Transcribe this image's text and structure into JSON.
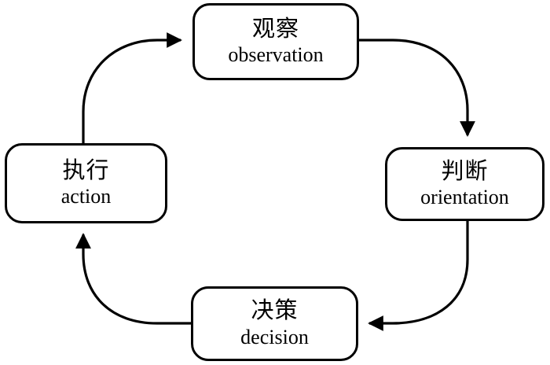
{
  "diagram": {
    "title": "OODA loop cycle diagram",
    "type": "cycle",
    "direction": "clockwise",
    "background_color": "#ffffff",
    "stroke_color": "#000000",
    "nodes": [
      {
        "id": "observation",
        "cn": "观察",
        "en": "observation",
        "position": "top"
      },
      {
        "id": "orientation",
        "cn": "判断",
        "en": "orientation",
        "position": "right"
      },
      {
        "id": "decision",
        "cn": "决策",
        "en": "decision",
        "position": "bottom"
      },
      {
        "id": "action",
        "cn": "执行",
        "en": "action",
        "position": "left"
      }
    ],
    "edges": [
      {
        "id": "observation-to-orientation",
        "from": "observation",
        "to": "orientation",
        "arrow": "down"
      },
      {
        "id": "orientation-to-decision",
        "from": "orientation",
        "to": "decision",
        "arrow": "left"
      },
      {
        "id": "decision-to-action",
        "from": "decision",
        "to": "action",
        "arrow": "up"
      },
      {
        "id": "action-to-observation",
        "from": "action",
        "to": "observation",
        "arrow": "right"
      }
    ]
  }
}
